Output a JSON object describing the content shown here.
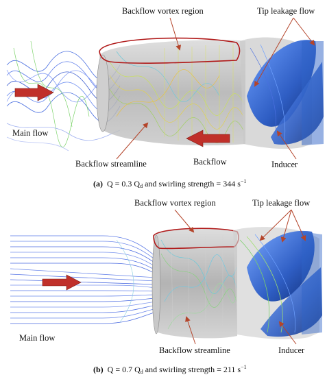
{
  "panels": [
    {
      "id": "a",
      "labels": {
        "vortex": "Backflow vortex region",
        "tip": "Tip leakage flow",
        "main": "Main flow",
        "streamline": "Backflow streamline",
        "backflow": "Backflow",
        "inducer": "Inducer"
      },
      "caption": {
        "letter": "(a)",
        "text": "Q = 0.3 Q",
        "sub": "d",
        "rest": " and swirling strength = 344 s",
        "sup": "−1"
      }
    },
    {
      "id": "b",
      "labels": {
        "vortex": "Backflow vortex region",
        "tip": "Tip leakage flow",
        "main": "Main flow",
        "streamline": "Backflow streamline",
        "inducer": "Inducer"
      },
      "caption": {
        "letter": "(b)",
        "text": "Q = 0.7 Q",
        "sub": "d",
        "rest": " and swirling strength = 211 s",
        "sup": "−1"
      }
    }
  ],
  "colors": {
    "arrow_red": "#c0302a",
    "outline_red": "#b01818",
    "annot_arrow": "#b4442a",
    "inducer_blue": "#2f63c8",
    "casing_gray": "#b8b8b8"
  }
}
